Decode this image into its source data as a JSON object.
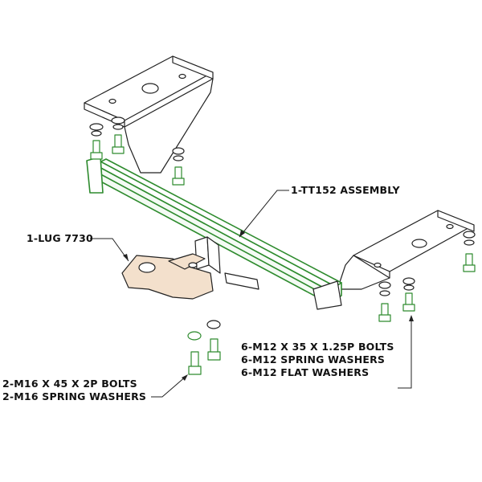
{
  "labels": {
    "assembly": "1-TT152 ASSEMBLY",
    "lug": "1-LUG 7730",
    "m12_lines": [
      "6-M12 X 35 X 1.25P BOLTS",
      "6-M12 SPRING WASHERS",
      "6-M12 FLAT WASHERS"
    ],
    "m16_lines": [
      "2-M16 X 45 X 2P BOLTS",
      "2-M16 SPRING WASHERS"
    ]
  },
  "colors": {
    "tube": "#2e8b2e",
    "lug": "#f3e0cc",
    "line": "#222222"
  }
}
